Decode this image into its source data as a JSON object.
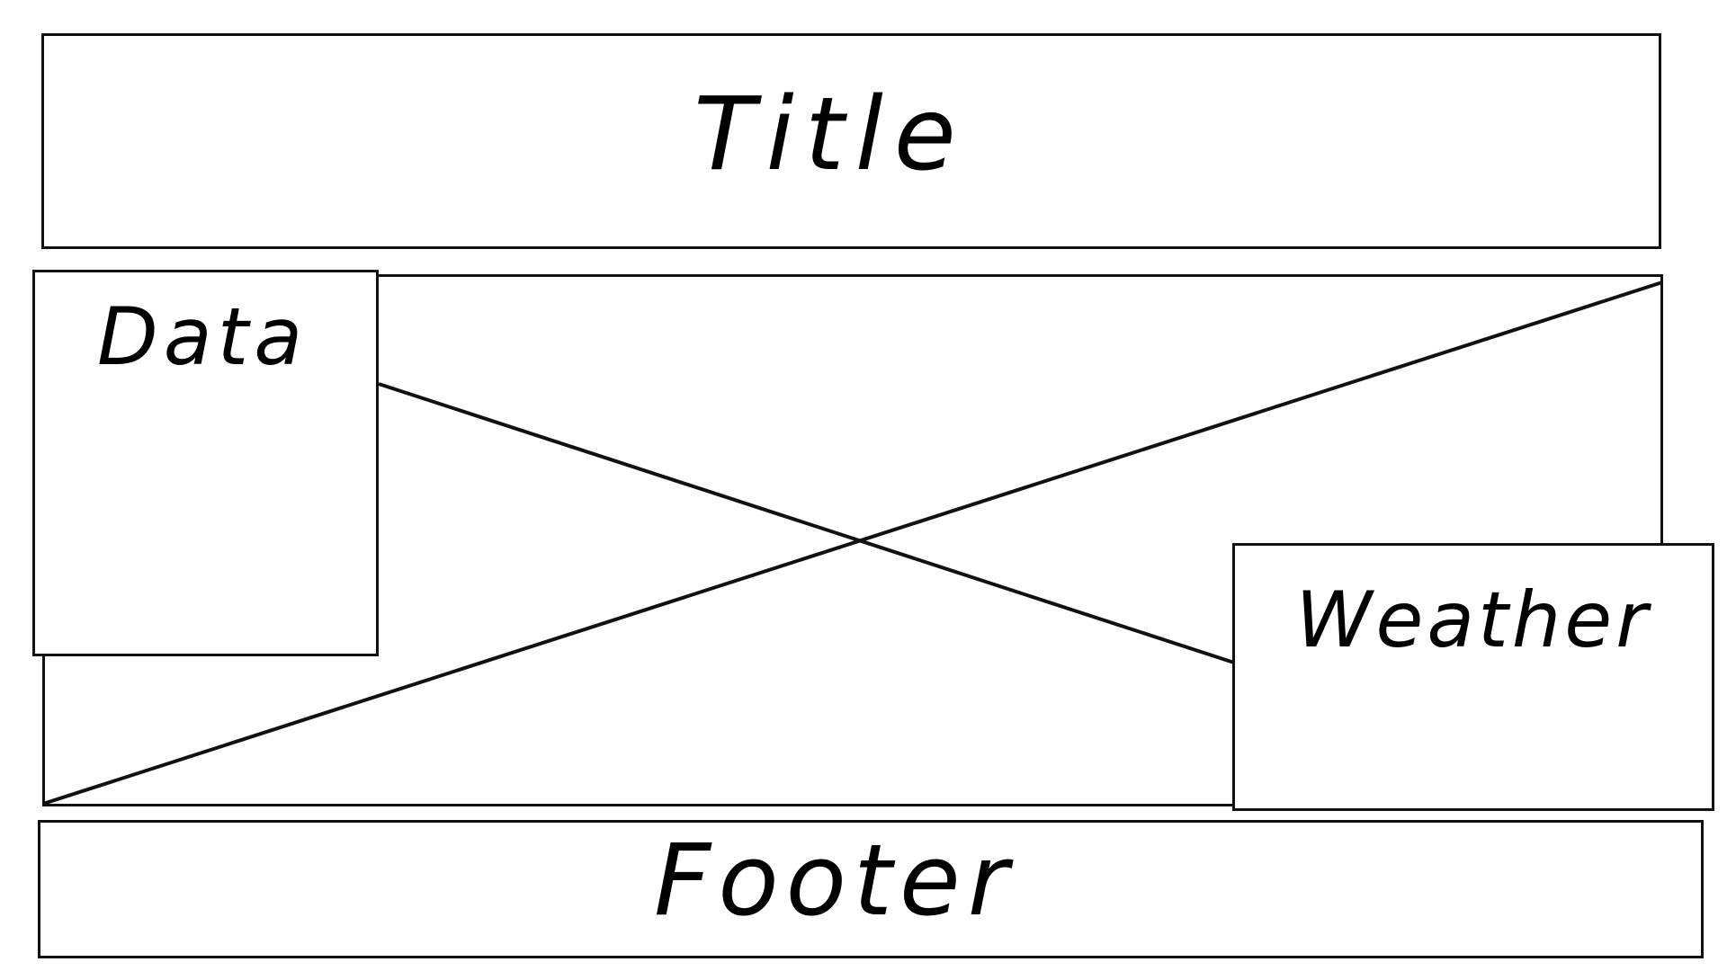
{
  "title": {
    "label": "Title"
  },
  "data_panel": {
    "label": "Data"
  },
  "weather_panel": {
    "label": "Weather"
  },
  "footer": {
    "label": "Footer"
  },
  "colors": {
    "stroke": "#111111",
    "background": "#ffffff",
    "text": "#000000"
  }
}
